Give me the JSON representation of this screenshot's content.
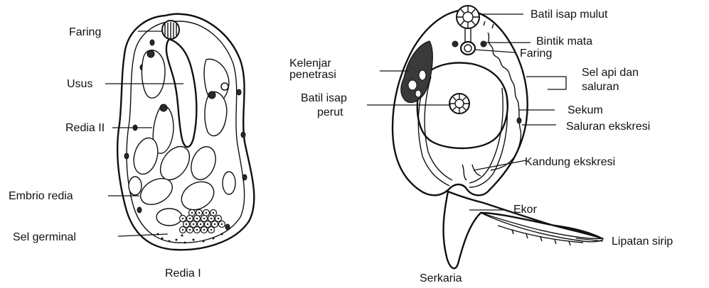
{
  "redia": {
    "caption": "Redia I",
    "labels": {
      "faring": "Faring",
      "usus": "Usus",
      "redia_ii": "Redia II",
      "embrio_redia": "Embrio redia",
      "sel_germinal": "Sel germinal"
    }
  },
  "serkaria": {
    "caption": "Serkaria",
    "labels": {
      "batil_isap_mulut": "Batil isap mulut",
      "bintik_mata": "Bintik mata",
      "faring": "Faring",
      "kelenjar_line1": "Kelenjar",
      "kelenjar_line2": "penetrasi",
      "sel_api_line1": "Sel api dan",
      "sel_api_line2": "saluran",
      "batil_perut_line1": "Batil isap",
      "batil_perut_line2": "perut",
      "sekum": "Sekum",
      "saluran_ekskresi": "Saluran ekskresi",
      "kandung_ekskresi": "Kandung ekskresi",
      "ekor": "Ekor",
      "lipatan_sirip": "Lipatan sirip"
    }
  }
}
